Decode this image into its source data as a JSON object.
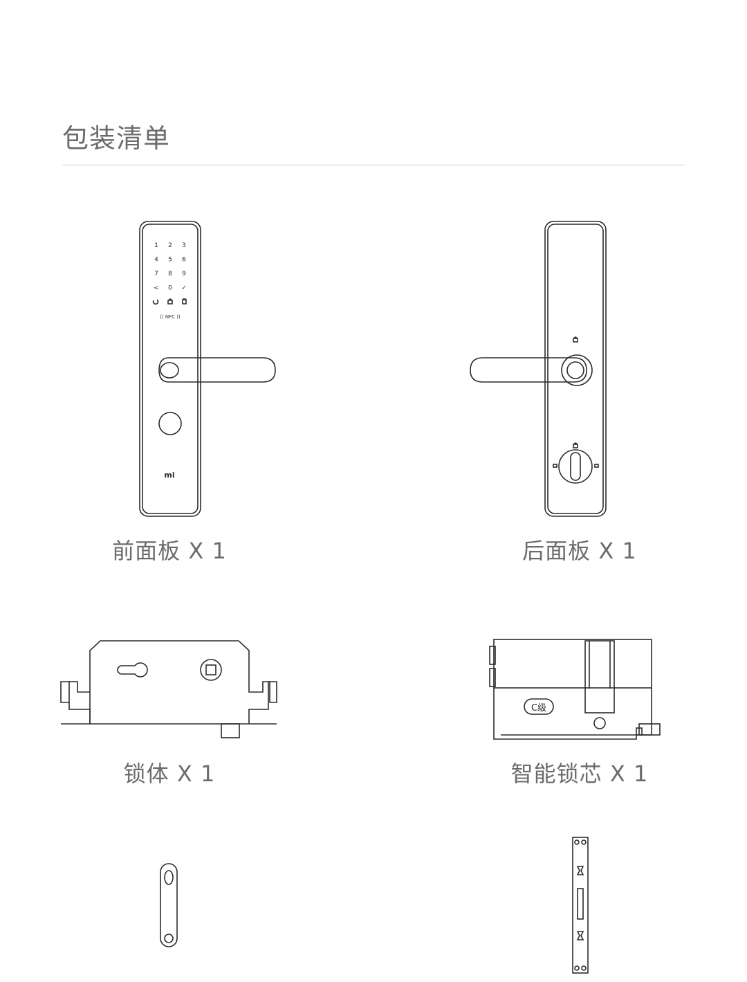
{
  "page": {
    "title": "包装清单"
  },
  "items": [
    {
      "label": "前面板 X 1",
      "icon": "front-panel-icon"
    },
    {
      "label": "后面板 X 1",
      "icon": "back-panel-icon"
    },
    {
      "label": "锁体 X 1",
      "icon": "lock-body-icon"
    },
    {
      "label": "智能锁芯 X 1",
      "icon": "smart-lock-cylinder-icon"
    },
    {
      "label": "",
      "icon": "strike-plate-icon"
    },
    {
      "label": "",
      "icon": "mounting-plate-icon"
    }
  ],
  "front_panel": {
    "keypad_keys": [
      "1",
      "2",
      "3",
      "4",
      "5",
      "6",
      "7",
      "8",
      "9",
      "<",
      "0",
      "✓"
    ],
    "nfc_label": "(( NFC ))",
    "brand_mark": "mi"
  },
  "lock_cylinder": {
    "grade_label": "C级"
  },
  "colors": {
    "line": "#2b2b2b",
    "text": "#6b6b6b",
    "divider": "#cfcfcf"
  }
}
